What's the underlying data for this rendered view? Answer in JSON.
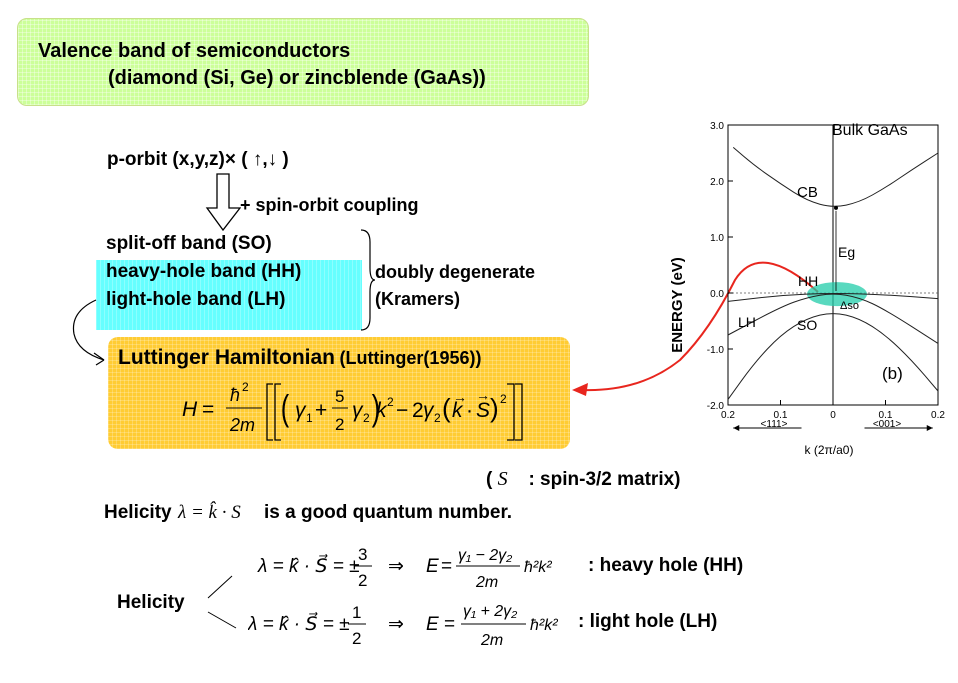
{
  "title": {
    "line1": "Valence band of semiconductors",
    "line2": "(diamond (Si, Ge) or zincblende (GaAs))"
  },
  "porbit": {
    "label": "p-orbit (x,y,z)× ( ↑,↓ )"
  },
  "spin_orbit": {
    "label": "+ spin-orbit coupling"
  },
  "bands": {
    "so": "split-off band (SO)",
    "hh": "heavy-hole band (HH)",
    "lh": "light-hole band (LH)",
    "degenerate1": "doubly degenerate",
    "degenerate2": "(Kramers)"
  },
  "luttinger": {
    "title": "Luttinger Hamiltonian",
    "ref": "(Luttinger(1956))"
  },
  "spin_note": {
    "suffix": ": spin-3/2 matrix)"
  },
  "helicity": {
    "label": "Helicity",
    "good": "is a good quantum number.",
    "label2": "Helicity",
    "heavy": ": heavy hole (HH)",
    "light": ": light hole (LH)"
  },
  "chart_data": {
    "type": "line",
    "title": "Bulk GaAs",
    "panel_label": "(b)",
    "ylabel": "ENERGY (eV)",
    "xlabel": "k (2π/a0)",
    "ylim": [
      -2.0,
      3.0
    ],
    "xlim": [
      -0.2,
      0.2
    ],
    "yticks": [
      "3.0",
      "2.0",
      "1.0",
      "0.0",
      "-1.0",
      "-2.0"
    ],
    "xticks": [
      "0.2",
      "0.1",
      "0",
      "0.1",
      "0.2"
    ],
    "direction_labels": [
      "<111>",
      "<001>"
    ],
    "band_labels": {
      "cb": "CB",
      "hh": "HH",
      "lh": "LH",
      "so": "SO",
      "eg": "Eg",
      "dso": "Δso"
    },
    "series": [
      {
        "band": "CB",
        "x": [
          -0.19,
          -0.15,
          -0.1,
          -0.05,
          0,
          0.05,
          0.1,
          0.15,
          0.2
        ],
        "y": [
          2.6,
          2.28,
          1.95,
          1.65,
          1.52,
          1.62,
          1.88,
          2.2,
          2.5
        ]
      },
      {
        "band": "HH",
        "x": [
          -0.2,
          -0.1,
          0,
          0.1,
          0.2
        ],
        "y": [
          -0.15,
          -0.04,
          0,
          -0.03,
          -0.1
        ]
      },
      {
        "band": "LH",
        "x": [
          -0.2,
          -0.1,
          -0.05,
          0,
          0.05,
          0.1,
          0.2
        ],
        "y": [
          -0.75,
          -0.25,
          -0.08,
          0,
          -0.08,
          -0.3,
          -0.9
        ]
      },
      {
        "band": "SO",
        "x": [
          -0.2,
          -0.15,
          -0.1,
          -0.05,
          0,
          0.05,
          0.1,
          0.15,
          0.2
        ],
        "y": [
          -1.9,
          -1.25,
          -0.75,
          -0.45,
          -0.34,
          -0.45,
          -0.75,
          -1.2,
          -1.75
        ]
      }
    ]
  }
}
